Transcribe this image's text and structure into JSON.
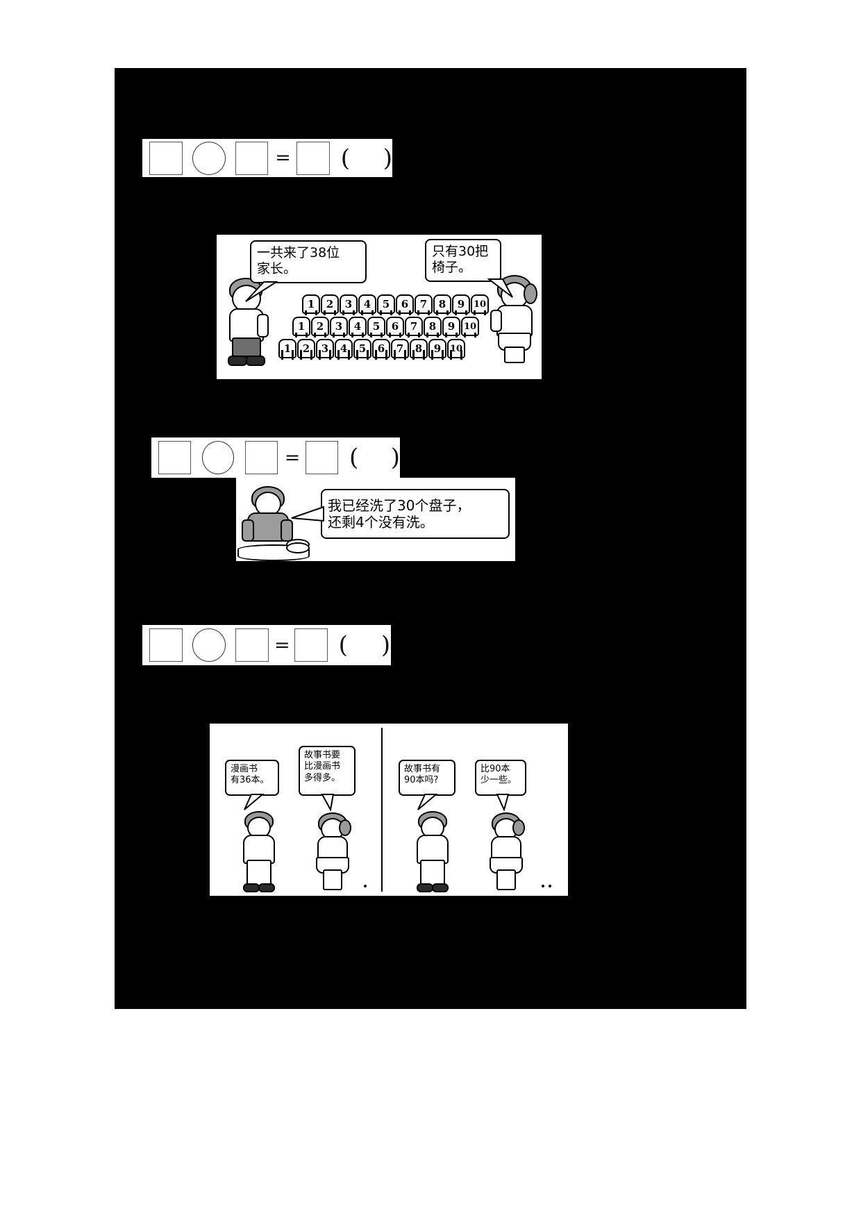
{
  "document": {
    "type": "math-worksheet",
    "language": "zh-CN",
    "background_color": "#000000",
    "page_color": "#ffffff"
  },
  "exercises": [
    {
      "id": "exercise-1",
      "formula": {
        "box1": "",
        "operator": "",
        "box2": "",
        "equals": "=",
        "result": "",
        "paren_open": "（",
        "paren_close": "）",
        "unit_answer": ""
      }
    },
    {
      "id": "exercise-2",
      "formula": {
        "box1": "",
        "operator": "",
        "box2": "",
        "equals": "=",
        "result": "",
        "paren_open": "（",
        "paren_close": "）",
        "unit_answer": ""
      }
    },
    {
      "id": "exercise-3",
      "formula": {
        "box1": "",
        "operator": "",
        "box2": "",
        "equals": "=",
        "result": "",
        "paren_open": "（",
        "paren_close": "）",
        "unit_answer": ""
      }
    }
  ],
  "illustration_parents": {
    "boy_bubble": "一共来了38位\n家长。",
    "girl_bubble": "只有30把\n椅子。",
    "chair_rows": [
      [
        "1",
        "2",
        "3",
        "4",
        "5",
        "6",
        "7",
        "8",
        "9",
        "10"
      ],
      [
        "1",
        "2",
        "3",
        "4",
        "5",
        "6",
        "7",
        "8",
        "9",
        "10"
      ],
      [
        "1",
        "2",
        "3",
        "4",
        "5",
        "6",
        "7",
        "8",
        "9",
        "10"
      ]
    ]
  },
  "illustration_dishes": {
    "bubble": "我已经洗了30个盘子，\n还剩4个没有洗。"
  },
  "illustration_books": {
    "panel_left": {
      "bubble_boy": "漫画书\n有36本。",
      "bubble_girl": "故事书要\n比漫画书\n多得多。"
    },
    "panel_right": {
      "bubble_boy": "故事书有\n90本吗?",
      "bubble_girl": "比90本\n少一些。"
    }
  }
}
